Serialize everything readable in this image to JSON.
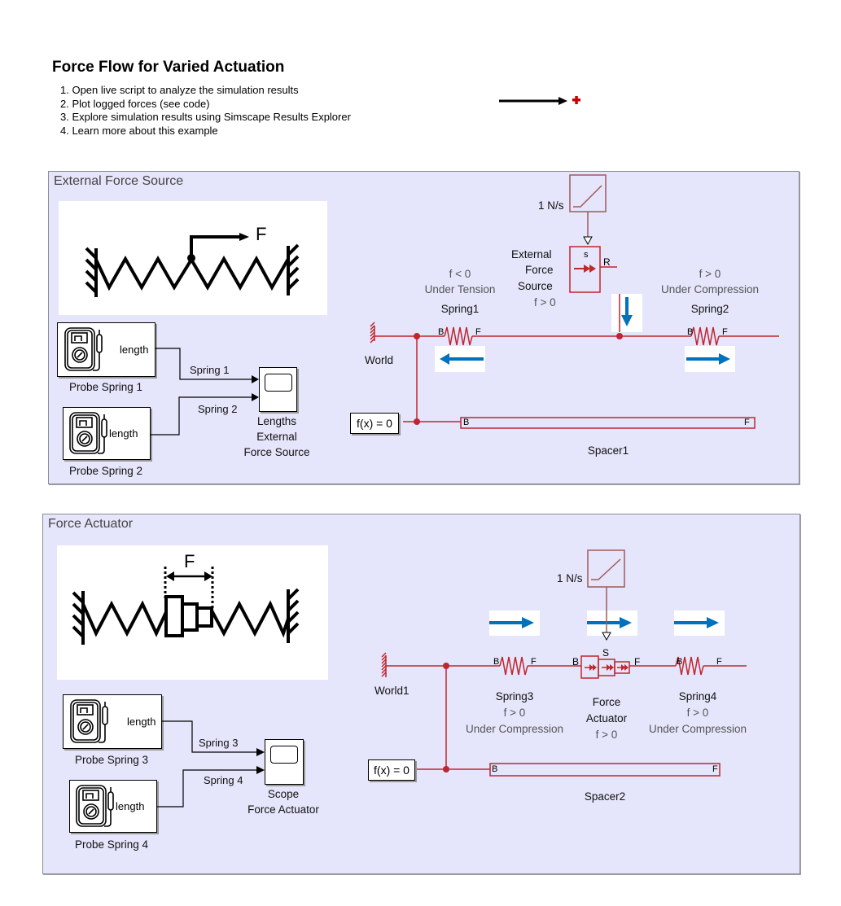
{
  "header": {
    "title": "Force Flow for Varied Actuation",
    "steps": [
      "1. Open live script to analyze the simulation results",
      "2. Plot logged forces (see code)",
      "3. Explore simulation results using Simscape Results Explorer",
      "4. Learn more about this example"
    ]
  },
  "legend": {
    "icon": "force-flow-arrow-icon"
  },
  "colors": {
    "panel_bg": "#e5e5fb",
    "physical_line": "#c0262d",
    "flow_arrow": "#0072bd",
    "ramp_block": "#a05a5a"
  },
  "panel1": {
    "title": "External Force Source",
    "schematic_force_label": "F",
    "probe1": {
      "port": "length",
      "name": "Probe Spring 1"
    },
    "probe2": {
      "port": "length",
      "name": "Probe Spring 2"
    },
    "signal1": "Spring 1",
    "signal2": "Spring 2",
    "scope_name_lines": [
      "Lengths",
      "External",
      "Force Source"
    ],
    "ramp_label": "1 N/s",
    "source": {
      "name_lines": [
        "External",
        "Force",
        "Source"
      ],
      "port_s": "s",
      "port_r": "R",
      "sign": "f > 0"
    },
    "spring1": {
      "name": "Spring1",
      "sign": "f < 0",
      "state": "Under Tension",
      "port_b": "B",
      "port_f": "F"
    },
    "spring2": {
      "name": "Spring2",
      "sign": "f > 0",
      "state": "Under Compression",
      "port_b": "B",
      "port_f": "F"
    },
    "world": "World",
    "solver": "f(x) = 0",
    "spacer": {
      "name": "Spacer1",
      "port_b": "B",
      "port_f": "F"
    }
  },
  "panel2": {
    "title": "Force Actuator",
    "schematic_force_label": "F",
    "probe3": {
      "port": "length",
      "name": "Probe Spring 3"
    },
    "probe4": {
      "port": "length",
      "name": "Probe Spring 4"
    },
    "signal3": "Spring 3",
    "signal4": "Spring 4",
    "scope_name_lines": [
      "Scope",
      "Force Actuator"
    ],
    "ramp_label": "1 N/s",
    "actuator": {
      "name_lines": [
        "Force",
        "Actuator"
      ],
      "port_s": "S",
      "port_b": "B",
      "port_f": "F",
      "sign": "f > 0"
    },
    "spring3": {
      "name": "Spring3",
      "sign": "f > 0",
      "state": "Under Compression",
      "port_b": "B",
      "port_f": "F"
    },
    "spring4": {
      "name": "Spring4",
      "sign": "f > 0",
      "state": "Under Compression",
      "port_b": "B",
      "port_f": "F"
    },
    "world": "World1",
    "solver": "f(x) = 0",
    "spacer": {
      "name": "Spacer2",
      "port_b": "B",
      "port_f": "F"
    }
  }
}
